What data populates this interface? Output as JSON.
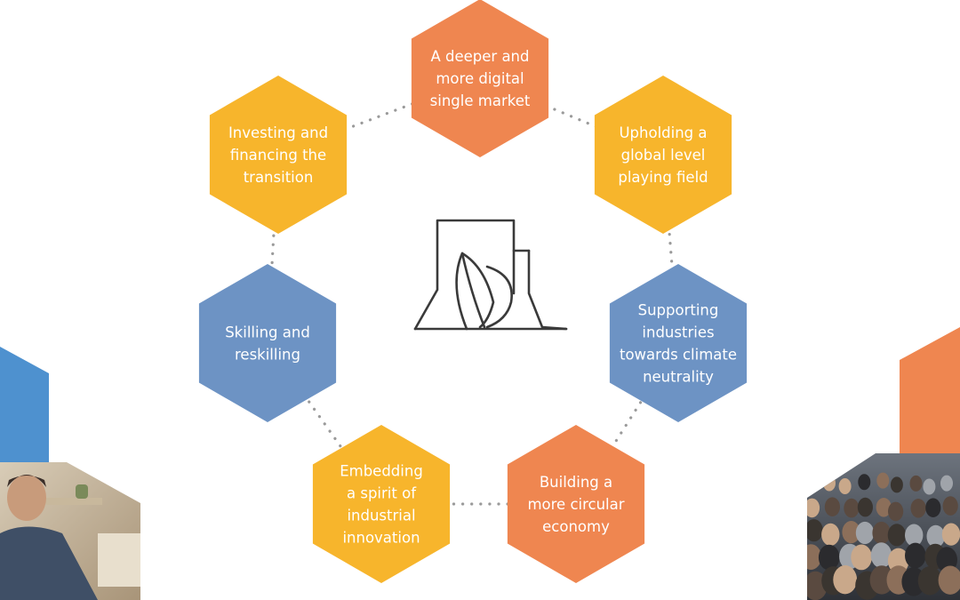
{
  "diagram": {
    "colors": {
      "orange": "#ef8650",
      "yellow": "#f7b52c",
      "blue": "#6d93c4",
      "accent_blue": "#4e91cf",
      "connector": "#9a9a9a",
      "icon_stroke": "#3a3a3a",
      "label_text": "#ffffff"
    },
    "center_icon": "factory-with-leaf-icon",
    "nodes": [
      {
        "id": "digital-single-market",
        "color": "orange",
        "lines": [
          "A deeper and",
          "more digital",
          "single market"
        ]
      },
      {
        "id": "global-level-playing-field",
        "color": "yellow",
        "lines": [
          "Upholding a",
          "global level",
          "playing field"
        ]
      },
      {
        "id": "climate-neutrality",
        "color": "blue",
        "lines": [
          "Supporting",
          "industries",
          "towards climate",
          "neutrality"
        ]
      },
      {
        "id": "circular-economy",
        "color": "orange",
        "lines": [
          "Building a",
          "more circular",
          "economy"
        ]
      },
      {
        "id": "industrial-innovation",
        "color": "yellow",
        "lines": [
          "Embedding",
          "a spirit of",
          "industrial",
          "innovation"
        ]
      },
      {
        "id": "skilling-reskilling",
        "color": "blue",
        "lines": [
          "Skilling and",
          "reskilling"
        ]
      },
      {
        "id": "investing-financing",
        "color": "yellow",
        "lines": [
          "Investing and",
          "financing the",
          "transition"
        ]
      }
    ],
    "decor": {
      "left_photo": "smiling-man-photo",
      "right_photo": "crowd-of-people-photo"
    }
  }
}
